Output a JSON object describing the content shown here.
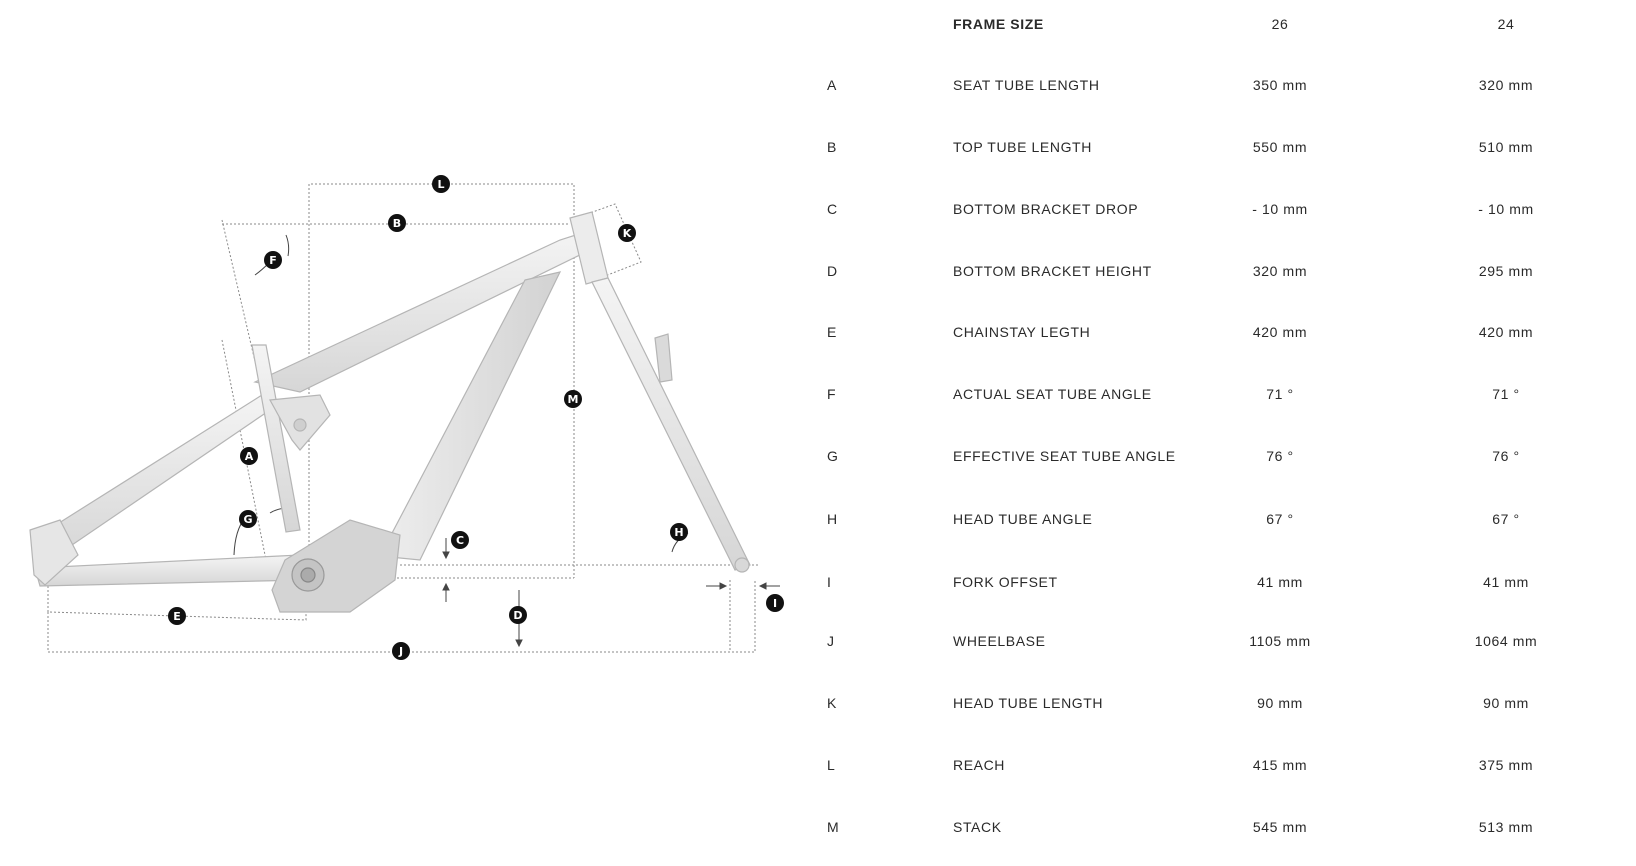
{
  "diagram": {
    "markers": [
      "A",
      "B",
      "C",
      "D",
      "E",
      "F",
      "G",
      "H",
      "I",
      "J",
      "K",
      "L",
      "M"
    ]
  },
  "table": {
    "header": {
      "label": "FRAME SIZE",
      "size_1": "26",
      "size_2": "24"
    },
    "rows": [
      {
        "code": "A",
        "name": "SEAT TUBE LENGTH",
        "size_1": "350 mm",
        "size_2": "320 mm"
      },
      {
        "code": "B",
        "name": "TOP TUBE LENGTH",
        "size_1": "550 mm",
        "size_2": "510 mm"
      },
      {
        "code": "C",
        "name": "BOTTOM BRACKET DROP",
        "size_1": "- 10 mm",
        "size_2": "- 10 mm"
      },
      {
        "code": "D",
        "name": "BOTTOM BRACKET HEIGHT",
        "size_1": "320 mm",
        "size_2": "295 mm"
      },
      {
        "code": "E",
        "name": "CHAINSTAY LEGTH",
        "size_1": "420 mm",
        "size_2": "420 mm"
      },
      {
        "code": "F",
        "name": "ACTUAL SEAT TUBE ANGLE",
        "size_1": "71 °",
        "size_2": "71 °"
      },
      {
        "code": "G",
        "name": "EFFECTIVE SEAT TUBE ANGLE",
        "size_1": "76 °",
        "size_2": "76 °"
      },
      {
        "code": "H",
        "name": "HEAD TUBE ANGLE",
        "size_1": "67 °",
        "size_2": "67 °"
      },
      {
        "code": "I",
        "name": "FORK OFFSET",
        "size_1": "41 mm",
        "size_2": "41 mm"
      },
      {
        "code": "J",
        "name": "WHEELBASE",
        "size_1": "1105 mm",
        "size_2": "1064 mm"
      },
      {
        "code": "K",
        "name": "HEAD TUBE LENGTH",
        "size_1": "90 mm",
        "size_2": "90 mm"
      },
      {
        "code": "L",
        "name": "REACH",
        "size_1": "415 mm",
        "size_2": "375 mm"
      },
      {
        "code": "M",
        "name": "STACK",
        "size_1": "545 mm",
        "size_2": "513 mm"
      }
    ]
  }
}
